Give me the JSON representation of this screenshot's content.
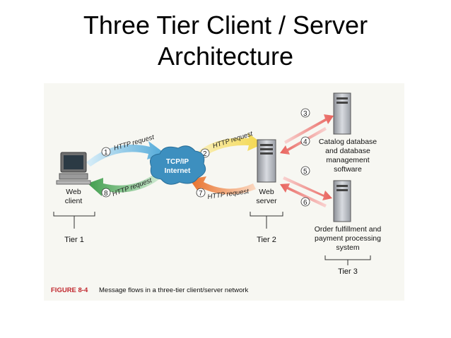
{
  "slide": {
    "title_line1": "Three Tier Client / Server",
    "title_line2": "Architecture"
  },
  "diagram": {
    "web_client": {
      "line1": "Web",
      "line2": "client"
    },
    "web_server": {
      "line1": "Web",
      "line2": "server"
    },
    "internet": {
      "line1": "TCP/IP",
      "line2": "Internet"
    },
    "catalog": {
      "line1": "Catalog database",
      "line2": "and database",
      "line3": "management",
      "line4": "software"
    },
    "order": {
      "line1": "Order fulfillment and",
      "line2": "payment processing",
      "line3": "system"
    },
    "tiers": {
      "tier1": "Tier 1",
      "tier2": "Tier 2",
      "tier3": "Tier 3"
    },
    "flows": {
      "f1": {
        "num": "1",
        "label": "HTTP request"
      },
      "f2": {
        "num": "2",
        "label": "HTTP request"
      },
      "f3": {
        "num": "3"
      },
      "f4": {
        "num": "4"
      },
      "f5": {
        "num": "5"
      },
      "f6": {
        "num": "6"
      },
      "f7": {
        "num": "7",
        "label": "HTTP request"
      },
      "f8": {
        "num": "8",
        "label": "HTTP request"
      }
    },
    "caption": {
      "figure": "FIGURE 8-4",
      "text": "Message flows in a three-tier client/server network"
    }
  },
  "colors": {
    "arrow_blue": "#4fa8d8",
    "arrow_yellow": "#f3d64a",
    "arrow_green": "#4faa5a",
    "arrow_orange": "#e8702a",
    "arrow_red": "#e8625c",
    "cloud": "#3d8fbf",
    "figure_label": "#c1272d"
  }
}
